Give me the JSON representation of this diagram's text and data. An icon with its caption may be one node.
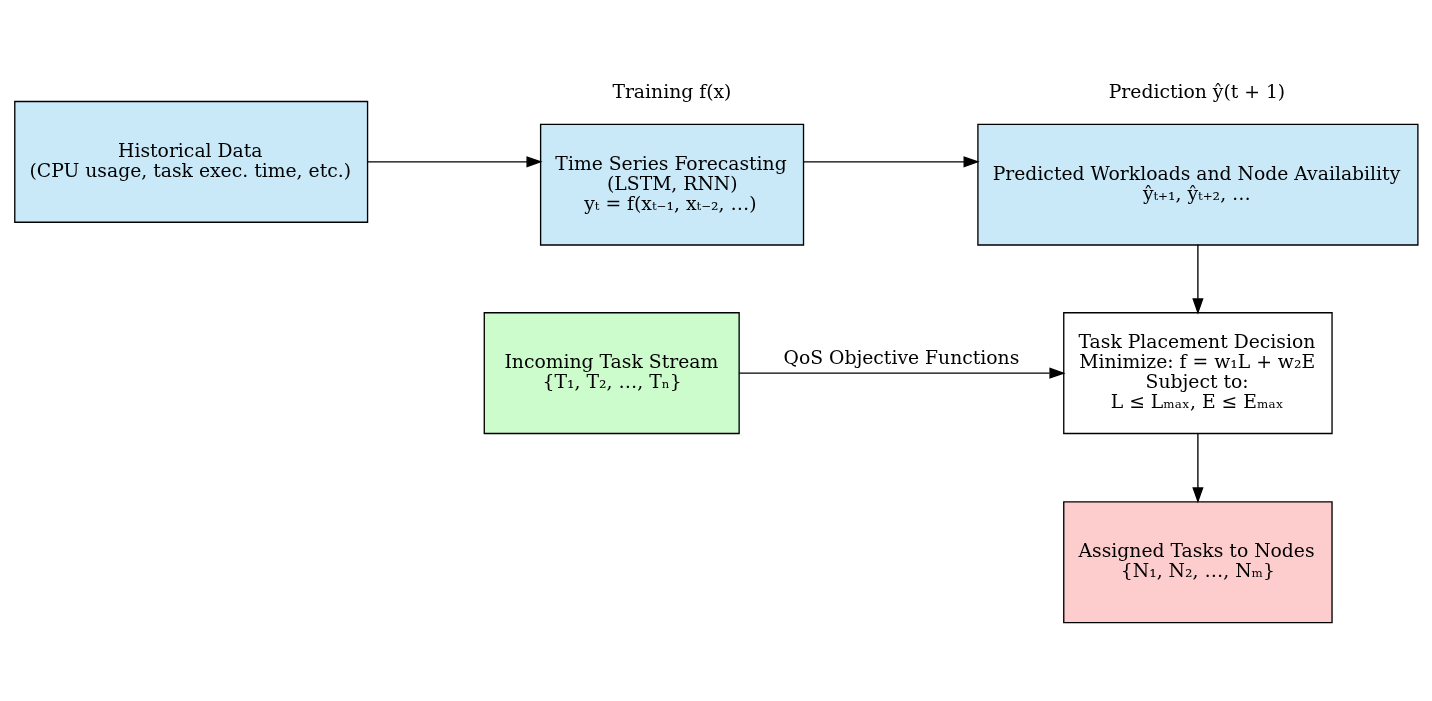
{
  "diagram": {
    "nodes": [
      {
        "text": [
          "Historical Data",
          "(CPU usage, task exec. time, etc.)"
        ]
      },
      {
        "text": [
          "Time Series Forecasting",
          "(LSTM, RNN)",
          "yₜ = f(xₜ₋₁, xₜ₋₂, …)"
        ],
        "beside": [
          "Training f(x)"
        ]
      },
      {
        "text": [
          "Predicted Workloads and Node Availability",
          "ŷₜ₊₁, ŷₜ₊₂, …"
        ],
        "beside": [
          "Prediction ŷ(t + 1)"
        ]
      },
      {
        "text": [
          "Incoming Task Stream",
          "{T₁, T₂, …, Tₙ}"
        ]
      },
      {
        "text": [
          "Task Placement Decision",
          "Minimize: f = w₁L + w₂E",
          "Subject to:",
          "L ≤ Lₘₐₓ, E ≤ Eₘₐₓ"
        ]
      },
      {
        "text": [
          "Assigned Tasks to Nodes",
          "{N₁, N₂, …, Nₘ}"
        ]
      }
    ],
    "edges": [
      {
        "from": 0,
        "to": 1,
        "arrow": "to"
      },
      {
        "from": 1,
        "to": 2,
        "arrow": "to"
      },
      {
        "from": 2,
        "to": 4,
        "arrow": "to"
      },
      {
        "from": 3,
        "to": 4,
        "arrow": "to",
        "label": "QoS Objective Functions"
      },
      {
        "from": 4,
        "to": 5,
        "arrow": "to"
      }
    ]
  }
}
